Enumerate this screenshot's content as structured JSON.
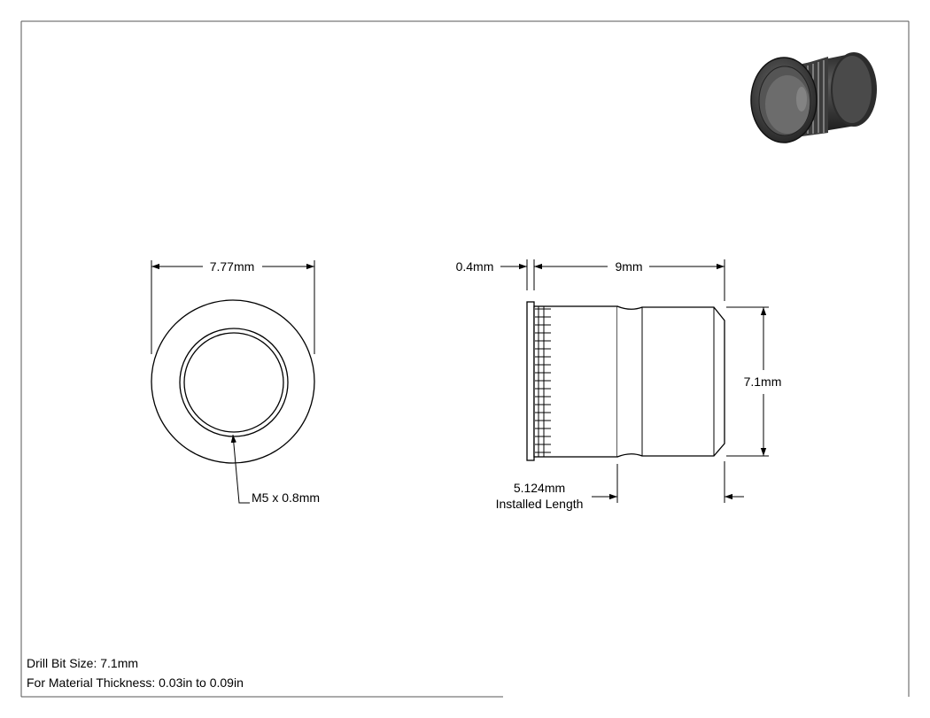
{
  "dimensions": {
    "flange_diameter": "7.77mm",
    "thread": "M5 x 0.8mm",
    "flange_thickness": "0.4mm",
    "body_length": "9mm",
    "body_diameter": "7.1mm",
    "installed_length_value": "5.124mm",
    "installed_length_label": "Installed Length"
  },
  "notes": {
    "drill_bit": "Drill Bit Size: 7.1mm",
    "material_thickness": "For Material Thickness: 0.03in to 0.09in"
  },
  "colors": {
    "line": "#000000",
    "frame": "#555555",
    "part_dark": "#3a3a3a"
  }
}
